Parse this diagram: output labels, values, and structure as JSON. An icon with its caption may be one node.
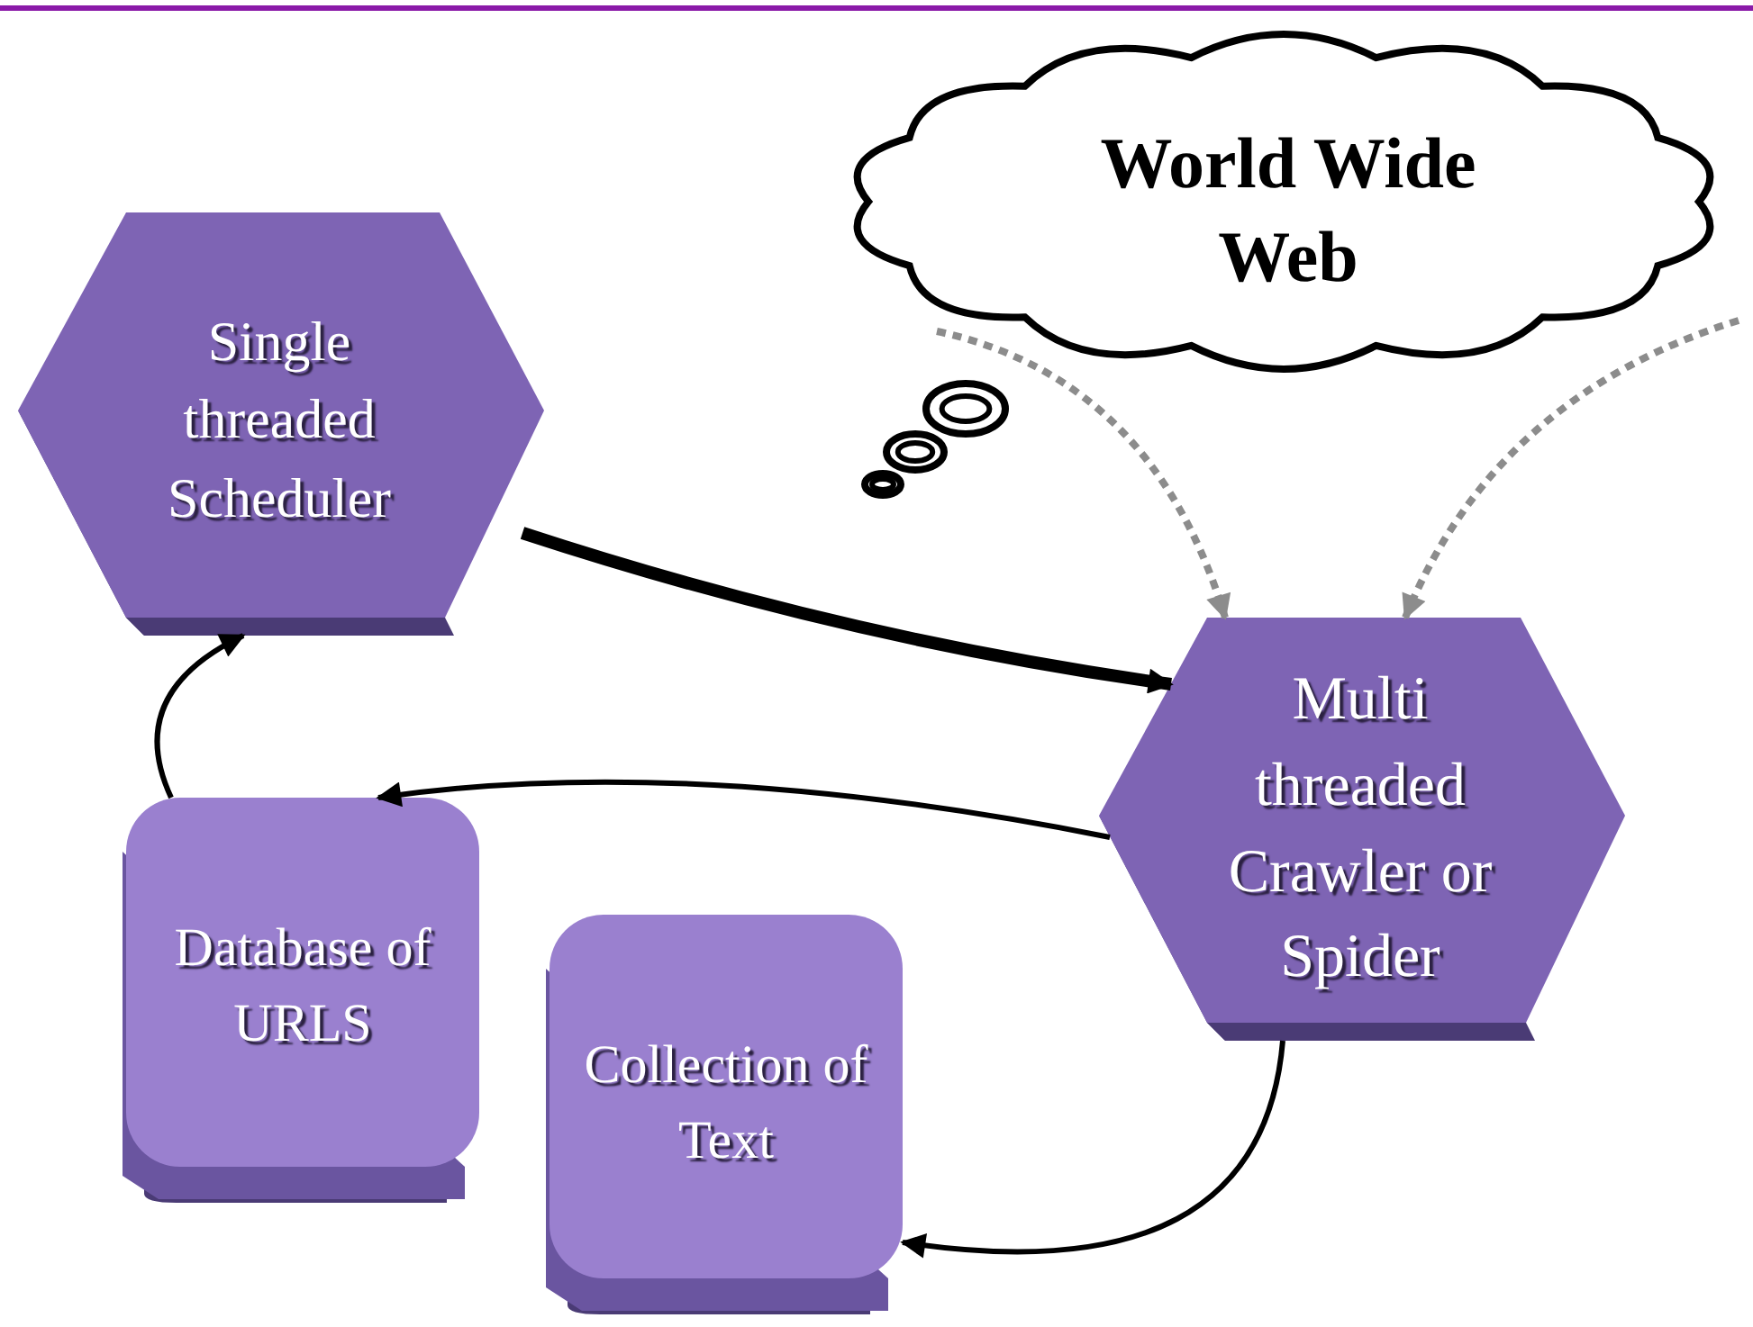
{
  "diagram": {
    "nodes": [
      {
        "text": [
          "World Wide Web"
        ]
      },
      {
        "text": [
          "Single threaded Scheduler"
        ]
      },
      {
        "text": [
          "Multi threaded Crawler or Spider"
        ]
      },
      {
        "text": [
          "Database of URLS"
        ]
      },
      {
        "text": [
          "Collection of Text"
        ]
      }
    ],
    "edges": [
      {
        "from": 1,
        "to": 2,
        "arrow": "to",
        "style": "thick"
      },
      {
        "from": 2,
        "to": 3,
        "arrow": "to"
      },
      {
        "from": 3,
        "to": 1,
        "arrow": "to"
      },
      {
        "from": 2,
        "to": 4,
        "arrow": "to"
      },
      {
        "from": 0,
        "to": 2,
        "arrow": "to",
        "style": "dashed",
        "color": "#8c8c8c"
      },
      {
        "from": null,
        "to": 2,
        "arrow": "to",
        "style": "dashed",
        "color": "#8c8c8c"
      }
    ]
  }
}
